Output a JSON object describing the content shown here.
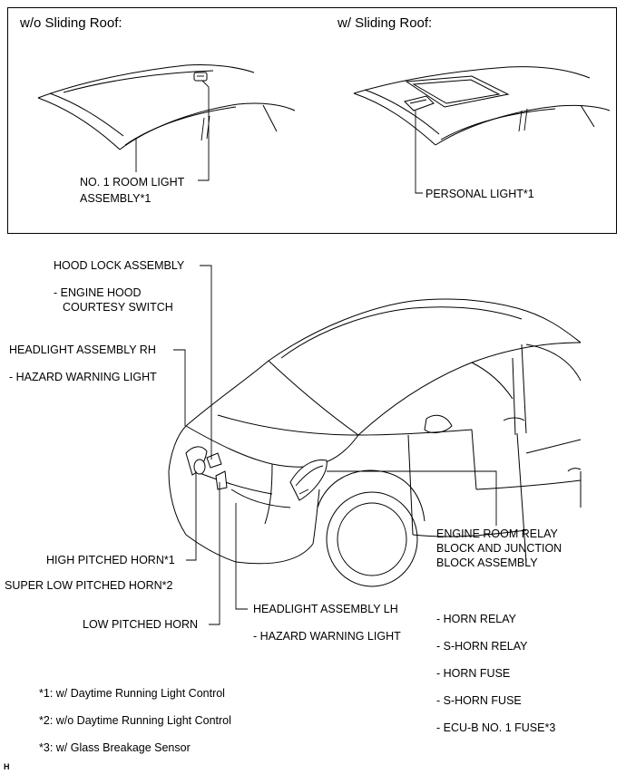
{
  "top_panel": {
    "left_title": "w/o Sliding Roof:",
    "right_title": "w/ Sliding Roof:",
    "room_light_line1": "NO. 1 ROOM LIGHT",
    "room_light_line2": "ASSEMBLY*1",
    "personal_light": "PERSONAL LIGHT*1"
  },
  "main": {
    "hood_lock": "HOOD LOCK ASSEMBLY",
    "engine_hood_line1": "- ENGINE HOOD",
    "engine_hood_line2": "COURTESY SWITCH",
    "headlight_rh": "HEADLIGHT ASSEMBLY RH",
    "hazard_rh": "- HAZARD WARNING LIGHT",
    "high_horn": "HIGH PITCHED HORN*1",
    "super_low_horn": "SUPER LOW PITCHED HORN*2",
    "low_horn": "LOW PITCHED HORN",
    "headlight_lh": "HEADLIGHT ASSEMBLY LH",
    "hazard_lh": "- HAZARD WARNING LIGHT",
    "relay_line1": "ENGINE ROOM RELAY",
    "relay_line2": "BLOCK AND JUNCTION",
    "relay_line3": "BLOCK ASSEMBLY",
    "relay_items": [
      "- HORN RELAY",
      "- S-HORN RELAY",
      "- HORN FUSE",
      "- S-HORN FUSE",
      "- ECU-B NO. 1 FUSE*3"
    ]
  },
  "notes": [
    "*1: w/ Daytime Running Light Control",
    "*2: w/o Daytime Running Light Control",
    "*3: w/ Glass Breakage Sensor"
  ],
  "corner_mark": "H"
}
